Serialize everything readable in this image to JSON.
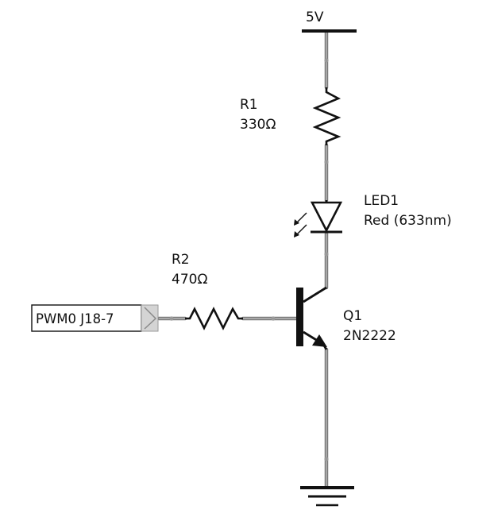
{
  "schematic": {
    "power_label": "5V",
    "r1": {
      "ref": "R1",
      "value": "330Ω"
    },
    "led": {
      "ref": "LED1",
      "value": "Red (633nm)"
    },
    "r2": {
      "ref": "R2",
      "value": "470Ω"
    },
    "q1": {
      "ref": "Q1",
      "value": "2N2222"
    },
    "input_port": {
      "label": "PWM0 J18-7"
    }
  }
}
